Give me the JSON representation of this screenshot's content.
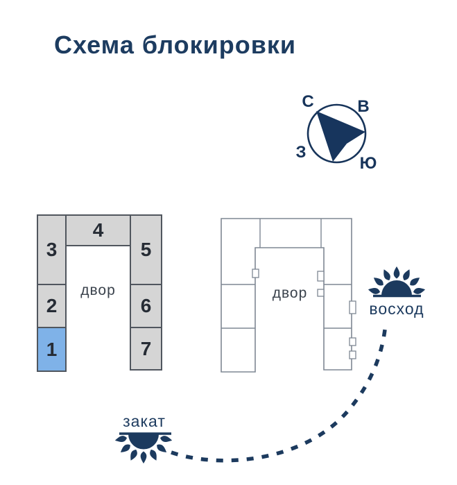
{
  "title": "Схема блокировки",
  "compass": {
    "north": "С",
    "east": "В",
    "west": "З",
    "south": "Ю"
  },
  "left_building": {
    "courtyard_label": "двор",
    "highlighted_block": "1",
    "blocks": [
      {
        "label": "1"
      },
      {
        "label": "2"
      },
      {
        "label": "3"
      },
      {
        "label": "4"
      },
      {
        "label": "5"
      },
      {
        "label": "6"
      },
      {
        "label": "7"
      }
    ]
  },
  "right_building": {
    "courtyard_label": "двор"
  },
  "sunrise_label": "восход",
  "sunset_label": "закат",
  "colors": {
    "navy": "#1c3a5e",
    "title_navy": "#1d3c60",
    "block_fill": "#d5d5d5",
    "block_border": "#50565e",
    "highlight_fill": "#7fb2e8",
    "outline_gray": "#7e8793",
    "text_dark": "#262c35"
  }
}
